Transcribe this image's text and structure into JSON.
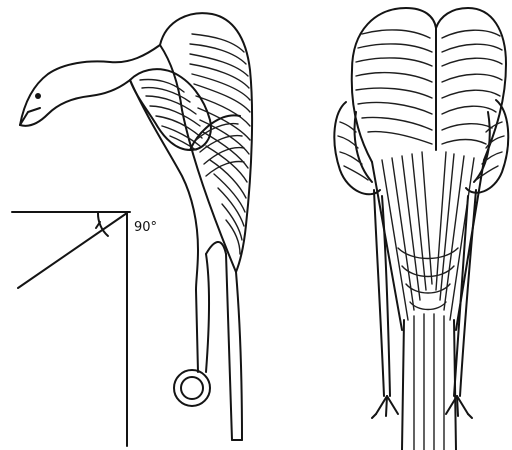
{
  "figure": {
    "angle_label": "90°",
    "colors": {
      "ink": "#141414",
      "paper": "#ffffff"
    },
    "panels": [
      "side-view-bird",
      "back-view-bird"
    ]
  }
}
